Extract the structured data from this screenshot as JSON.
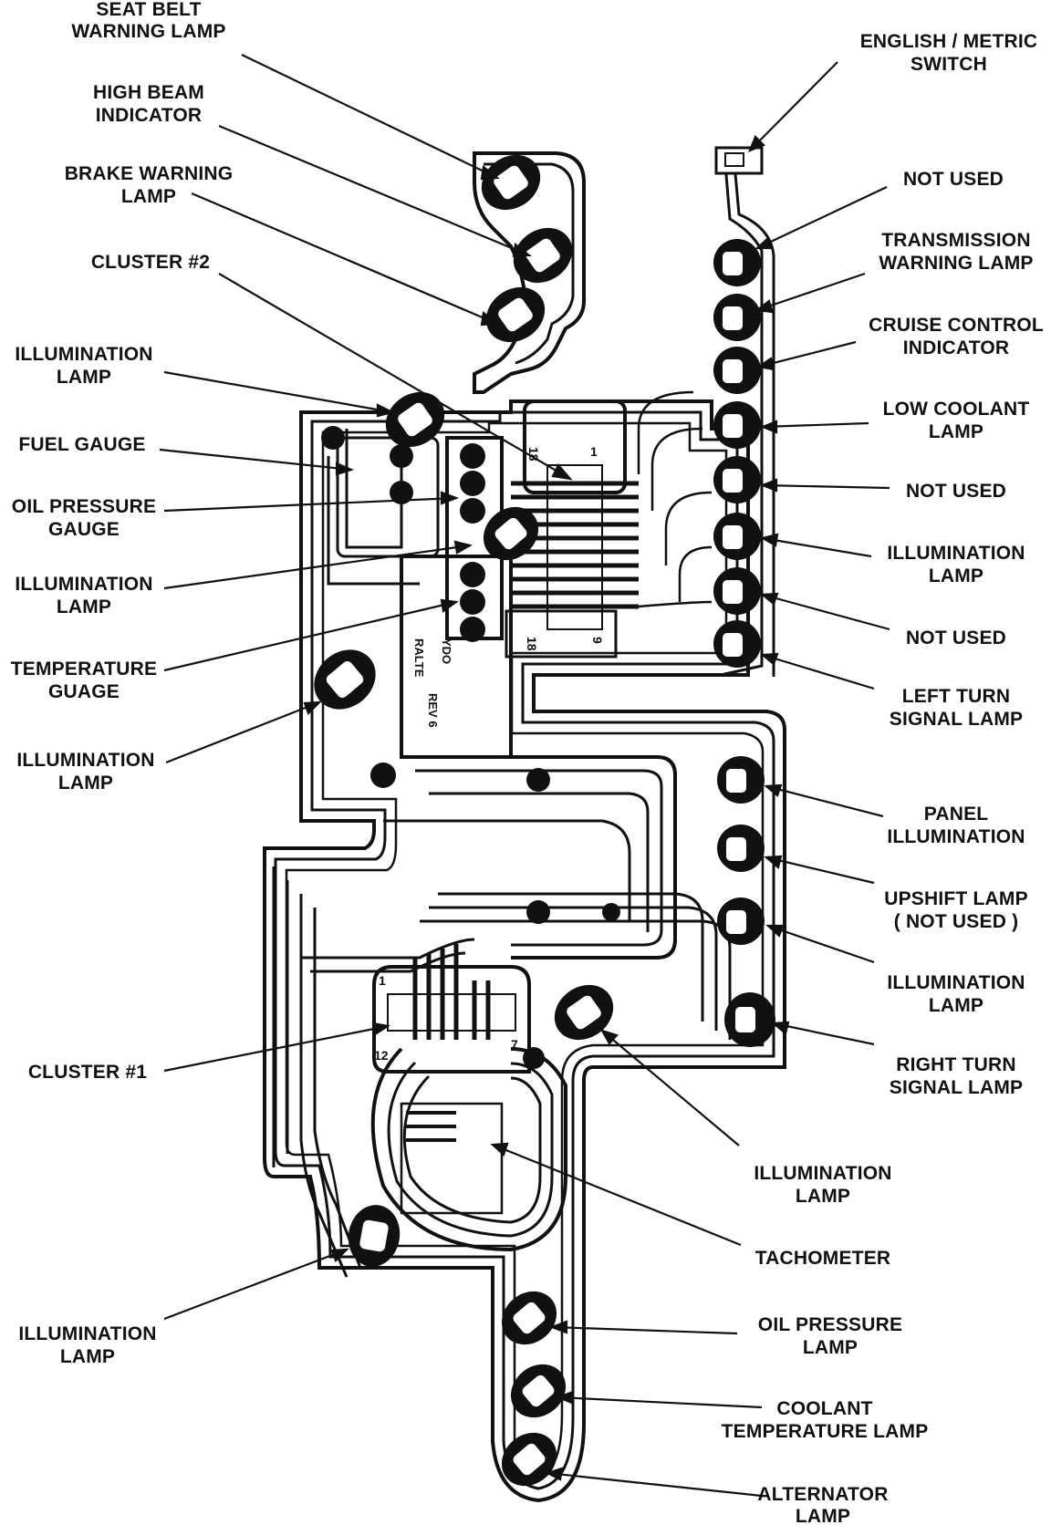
{
  "labels": {
    "seat_belt": [
      "SEAT BELT",
      "WARNING LAMP"
    ],
    "high_beam": [
      "HIGH BEAM",
      "INDICATOR"
    ],
    "brake_warning": [
      "BRAKE WARNING",
      "LAMP"
    ],
    "cluster_2": [
      "CLUSTER #2"
    ],
    "illum_left_1": [
      "ILLUMINATION",
      "LAMP"
    ],
    "fuel_gauge": [
      "FUEL GAUGE"
    ],
    "oil_pressure_gauge": [
      "OIL PRESSURE",
      "GAUGE"
    ],
    "illum_left_2": [
      "ILLUMINATION",
      "LAMP"
    ],
    "temperature_gauge": [
      "TEMPERATURE",
      "GUAGE"
    ],
    "illum_left_3": [
      "ILLUMINATION",
      "LAMP"
    ],
    "cluster_1": [
      "CLUSTER #1"
    ],
    "illum_left_4": [
      "ILLUMINATION",
      "LAMP"
    ],
    "english_metric": [
      "ENGLISH / METRIC",
      "SWITCH"
    ],
    "not_used_1": [
      "NOT USED"
    ],
    "transmission_warning": [
      "TRANSMISSION",
      "WARNING LAMP"
    ],
    "cruise_control": [
      "CRUISE CONTROL",
      "INDICATOR"
    ],
    "low_coolant": [
      "LOW COOLANT",
      "LAMP"
    ],
    "not_used_2": [
      "NOT USED"
    ],
    "illum_right_1": [
      "ILLUMINATION",
      "LAMP"
    ],
    "not_used_3": [
      "NOT USED"
    ],
    "left_turn": [
      "LEFT TURN",
      "SIGNAL LAMP"
    ],
    "panel_illumination": [
      "PANEL",
      "ILLUMINATION"
    ],
    "upshift": [
      "UPSHIFT LAMP",
      "( NOT USED )"
    ],
    "illum_right_2": [
      "ILLUMINATION",
      "LAMP"
    ],
    "right_turn": [
      "RIGHT TURN",
      "SIGNAL LAMP"
    ],
    "illum_center": [
      "ILLUMINATION",
      "LAMP"
    ],
    "tachometer": [
      "TACHOMETER"
    ],
    "oil_pressure_lamp": [
      "OIL PRESSURE",
      "LAMP"
    ],
    "coolant_temp": [
      "COOLANT",
      "TEMPERATURE LAMP"
    ],
    "alternator": [
      "ALTERNATOR",
      "LAMP"
    ]
  },
  "pins": {
    "c2_left": "18",
    "c2_right": "1",
    "c2_bottom_left": "18",
    "c2_bottom_right": "9",
    "c1_left": "1",
    "c1_bottom_left": "12",
    "c1_right": "7"
  },
  "board_markings": [
    "YDO",
    "REV 6",
    "RALTE"
  ]
}
